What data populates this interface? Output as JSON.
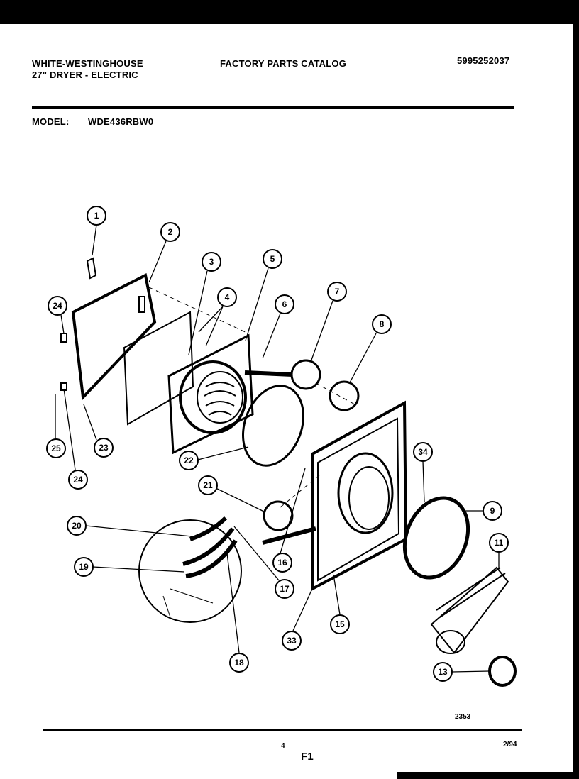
{
  "header": {
    "brand": "WHITE-WESTINGHOUSE",
    "product": "27\" DRYER - ELECTRIC",
    "catalog_title": "FACTORY PARTS CATALOG",
    "catalog_number": "5995252037",
    "model_label": "MODEL:",
    "model_value": "WDE436RBW0"
  },
  "callouts": [
    "1",
    "2",
    "3",
    "4",
    "5",
    "6",
    "7",
    "8",
    "24",
    "23",
    "25",
    "22",
    "24",
    "21",
    "20",
    "19",
    "16",
    "17",
    "18",
    "33",
    "15",
    "34",
    "9",
    "11",
    "13"
  ],
  "footer": {
    "drawing_number": "2353",
    "page_number": "4",
    "section": "F1",
    "date": "2/94"
  }
}
